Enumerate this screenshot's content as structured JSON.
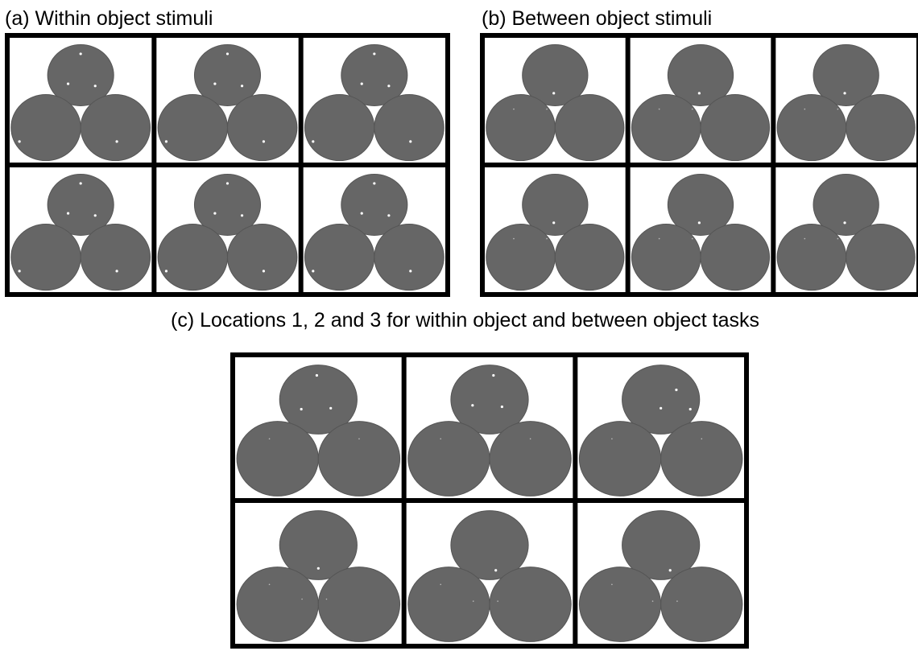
{
  "figure": {
    "panels": [
      {
        "id": "a",
        "caption": "(a) Within object stimuli",
        "rows": 2,
        "cols": 3,
        "cells": [
          {
            "dots": [
              [
                0.5,
                0.0
              ],
              [
                0.31,
                0.7
              ],
              [
                0.72,
                0.75
              ],
              [
                0.12,
                0.8,
                "L"
              ],
              [
                0.52,
                0.8,
                "R"
              ]
            ]
          },
          {
            "dots": [
              [
                0.5,
                0.0
              ],
              [
                0.31,
                0.7
              ],
              [
                0.72,
                0.75
              ],
              [
                0.12,
                0.8,
                "L"
              ],
              [
                0.52,
                0.8,
                "R"
              ]
            ]
          },
          {
            "dots": [
              [
                0.5,
                0.0
              ],
              [
                0.31,
                0.7
              ],
              [
                0.72,
                0.75
              ],
              [
                0.12,
                0.8,
                "L"
              ],
              [
                0.52,
                0.8,
                "R"
              ]
            ]
          },
          {
            "dots": [
              [
                0.5,
                0.0
              ],
              [
                0.31,
                0.7
              ],
              [
                0.72,
                0.75
              ],
              [
                0.12,
                0.8,
                "L"
              ],
              [
                0.52,
                0.8,
                "R"
              ]
            ]
          },
          {
            "dots": [
              [
                0.5,
                0.0
              ],
              [
                0.31,
                0.7
              ],
              [
                0.72,
                0.75
              ],
              [
                0.12,
                0.8,
                "L"
              ],
              [
                0.52,
                0.8,
                "R"
              ]
            ]
          },
          {
            "dots": [
              [
                0.5,
                0.0
              ],
              [
                0.31,
                0.7
              ],
              [
                0.72,
                0.75
              ],
              [
                0.12,
                0.8,
                "L"
              ],
              [
                0.52,
                0.8,
                "R"
              ]
            ]
          }
        ]
      },
      {
        "id": "b",
        "caption": "(b) Between object stimuli",
        "rows": 2,
        "cols": 3,
        "cells": [
          {
            "dots": [
              [
                0.48,
                0.92
              ],
              [
                0.88,
                0.1,
                "L"
              ],
              [
                0.05,
                0.15,
                "R"
              ],
              [
                0.4,
                0.1,
                "L"
              ]
            ]
          },
          {
            "dots": [
              [
                0.48,
                0.92
              ],
              [
                0.88,
                0.1,
                "L"
              ],
              [
                0.05,
                0.15,
                "R"
              ],
              [
                0.4,
                0.1,
                "L"
              ]
            ]
          },
          {
            "dots": [
              [
                0.48,
                0.92
              ],
              [
                0.88,
                0.1,
                "L"
              ],
              [
                0.05,
                0.15,
                "R"
              ],
              [
                0.4,
                0.1,
                "L"
              ]
            ]
          },
          {
            "dots": [
              [
                0.48,
                0.92
              ],
              [
                0.88,
                0.1,
                "L"
              ],
              [
                0.05,
                0.15,
                "R"
              ],
              [
                0.4,
                0.1,
                "L"
              ]
            ]
          },
          {
            "dots": [
              [
                0.48,
                0.92
              ],
              [
                0.88,
                0.1,
                "L"
              ],
              [
                0.05,
                0.15,
                "R"
              ],
              [
                0.4,
                0.1,
                "L"
              ]
            ]
          },
          {
            "dots": [
              [
                0.48,
                0.92
              ],
              [
                0.88,
                0.1,
                "L"
              ],
              [
                0.05,
                0.15,
                "R"
              ],
              [
                0.4,
                0.1,
                "L"
              ]
            ]
          }
        ]
      },
      {
        "id": "c",
        "caption": "(c) Locations 1, 2 and 3 for within object and between object tasks",
        "rows": 2,
        "cols": 3,
        "cells": [
          {
            "dots": [
              [
                0.48,
                0.0
              ],
              [
                0.28,
                0.7
              ],
              [
                0.66,
                0.68
              ],
              [
                0.4,
                0.12,
                "L"
              ],
              [
                0.5,
                0.12,
                "R"
              ]
            ]
          },
          {
            "dots": [
              [
                0.55,
                0.0
              ],
              [
                0.28,
                0.62
              ],
              [
                0.66,
                0.65
              ],
              [
                0.4,
                0.12,
                "L"
              ],
              [
                0.5,
                0.12,
                "R"
              ]
            ]
          },
          {
            "dots": [
              [
                0.7,
                0.3
              ],
              [
                0.5,
                0.68
              ],
              [
                0.88,
                0.7
              ],
              [
                0.4,
                0.12,
                "L"
              ],
              [
                0.5,
                0.12,
                "R"
              ]
            ]
          },
          {
            "dots": [
              [
                0.5,
                0.98
              ],
              [
                0.8,
                0.4,
                "L"
              ],
              [
                0.1,
                0.4,
                "R"
              ],
              [
                0.4,
                0.12,
                "L"
              ]
            ]
          },
          {
            "dots": [
              [
                0.58,
                1.02
              ],
              [
                0.8,
                0.44,
                "L"
              ],
              [
                0.1,
                0.44,
                "R"
              ],
              [
                0.4,
                0.12,
                "L"
              ]
            ]
          },
          {
            "dots": [
              [
                0.62,
                1.02
              ],
              [
                0.9,
                0.44,
                "L"
              ],
              [
                0.2,
                0.44,
                "R"
              ],
              [
                0.4,
                0.12,
                "L"
              ]
            ]
          }
        ]
      }
    ]
  },
  "colors": {
    "frame": "#000000",
    "cell_background": "#ffffff",
    "disc": "#666666",
    "disc_edge": "#555555",
    "dot": "#ffffff"
  }
}
